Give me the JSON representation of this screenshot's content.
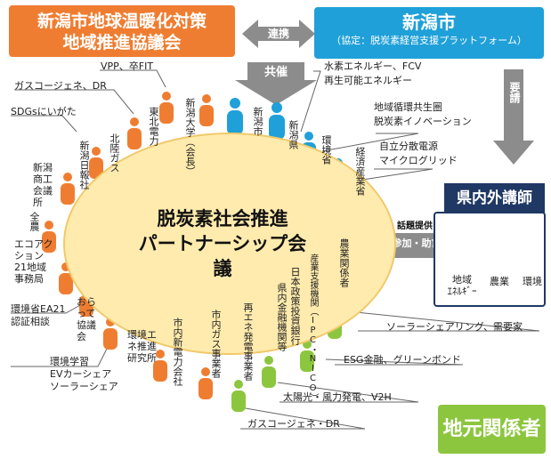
{
  "header": {
    "org_left_line1": "新潟市地球温暖化対策",
    "org_left_line2": "地域推進協議会",
    "city_title": "新潟市",
    "city_subtitle": "（協定：脱炭素経営支援プラットフォーム）"
  },
  "arrows": {
    "partnership": "連携",
    "cohost": "共催",
    "request": "要請",
    "topic_line1": "話題提供",
    "topic_line2": "参加・助言"
  },
  "conference": {
    "line1": "脱炭素社会推進",
    "line2": "パートナーシップ会議"
  },
  "lecturers": {
    "title": "県内外講師",
    "people": [
      "地域\nｴﾈﾙｷﾞｰ",
      "農業",
      "環境"
    ]
  },
  "local": {
    "title": "地元関係者"
  },
  "members": [
    {
      "label": "北陸ガス"
    },
    {
      "label": "東北電力"
    },
    {
      "label": "新潟大学（会長）"
    },
    {
      "label": "新潟市"
    },
    {
      "label": "新潟県"
    },
    {
      "label": "環境省"
    },
    {
      "label": "経済産業省"
    },
    {
      "label": "新潟日報社"
    },
    {
      "label": "新潟商工会議所"
    },
    {
      "label": "全農"
    },
    {
      "label": "エコアクション21地域事務局"
    },
    {
      "label": "おらって協議会"
    },
    {
      "label": "環境エネ推進研究所"
    },
    {
      "label": "市内新電力会社"
    },
    {
      "label": "市内ガス事業者"
    },
    {
      "label": "再エネ発電事業者"
    },
    {
      "label": "県内金融機関等"
    },
    {
      "label": "日本政策投資銀行"
    },
    {
      "label": "産業支援機関（IPC・NICO）"
    },
    {
      "label": "農業関係者"
    }
  ],
  "notes": {
    "vpp": "VPP、卒FIT",
    "cogen_dr": "ガスコージェネ、DR",
    "sdgs": "SDGsにいがた",
    "hydrogen": "水素エネルギー、FCV",
    "renewable": "再生可能エネルギー",
    "circular1": "地域循環共生圏",
    "circular2": "脱炭素イノベーション",
    "distributed1": "自立分散電源",
    "distributed2": "マイクログリッド",
    "ea21": "環境省EA21",
    "ea21_2": "認証相談",
    "learning1": "環境学習",
    "learning2": "EVカーシェア",
    "learning3": "ソーラーシェア",
    "solar_share": "ソーラーシェアリング、需要家",
    "esg": "ESG金融、グリーンボンド",
    "solar_wind": "太陽光・風力発電、V2H",
    "cogen_bottom": "ガスコージェネ・DR"
  },
  "colors": {
    "orange": "#ef7d31",
    "blue": "#1fa0d8",
    "navy": "#1f3864",
    "green": "#8cc63f",
    "gray_arrow": "#8c8c8c",
    "ellipse": "#ffebad"
  }
}
